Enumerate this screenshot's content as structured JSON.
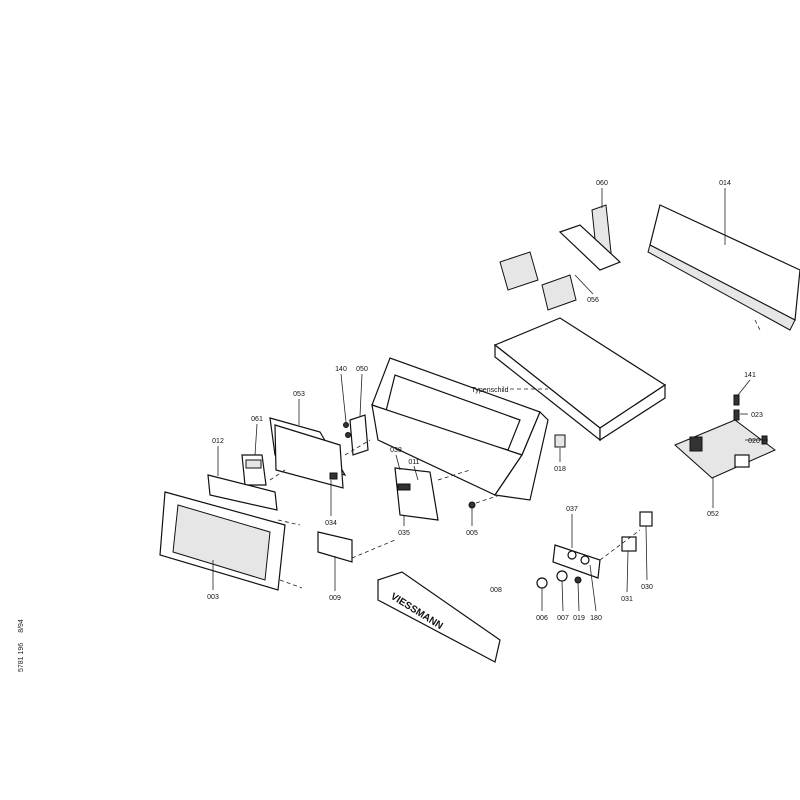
{
  "document": {
    "number": "5781 196",
    "date": "8/94"
  },
  "brand_logo": "VIESSMANN",
  "callouts": {
    "p060": "060",
    "p014": "014",
    "p056": "056",
    "p141": "141",
    "p023": "023",
    "p020": "020",
    "p052": "052",
    "p140": "140",
    "p050": "050",
    "p053": "053",
    "p061": "061",
    "p012": "012",
    "p038": "038",
    "p011": "011",
    "typenschild": "Typenschild",
    "p018": "018",
    "p034": "034",
    "p035": "035",
    "p005": "005",
    "p037": "037",
    "p030": "030",
    "p031": "031",
    "p003": "003",
    "p009": "009",
    "p008": "008",
    "p006": "006",
    "p007": "007",
    "p019": "019",
    "p180": "180"
  }
}
